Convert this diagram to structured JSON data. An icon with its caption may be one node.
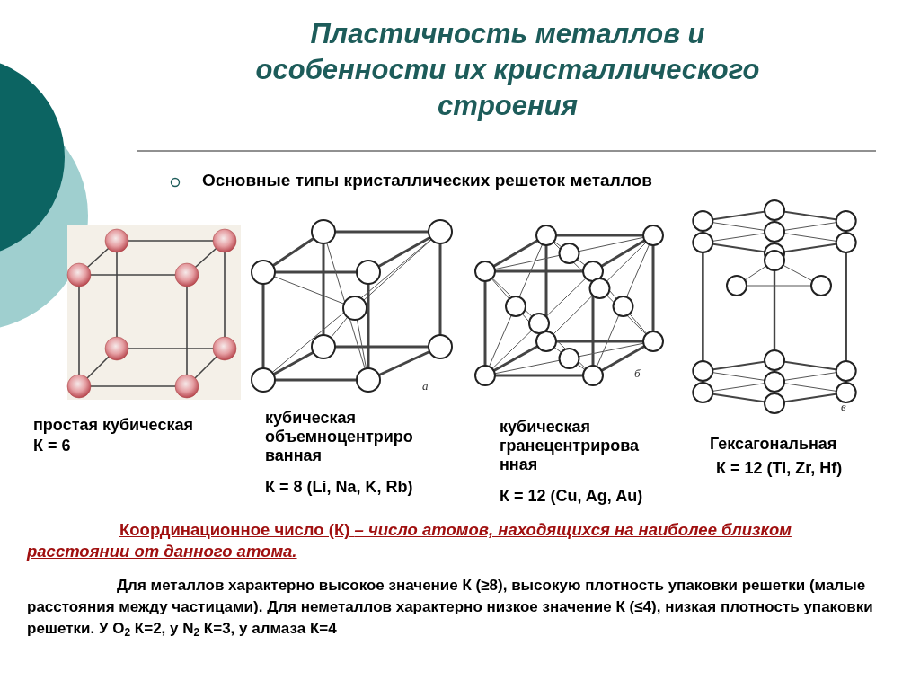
{
  "diagram": {
    "title": "Пластичность металлов и особенности их кристаллического строения",
    "labels": [
      "Основные типы кристаллических решеток металлов",
      "а",
      "б",
      "в",
      "простая кубическая",
      "К = 6",
      "кубическая объемноцентриро ванная",
      "К = 8 (Li, Na, K, Rb)",
      "кубическая гранецентрирова нная",
      "К = 12 (Cu, Ag, Au)",
      "Гексагональная",
      "К = 12 (Ti, Zr, Hf)",
      "Координационное число (К) *– число атомов, находящихся на наиболее  близком расстоянии от данного атома.*",
      "Для металлов характерно высокое значение К (≥8), высокую плотность упаковки решетки (малые расстояния между частицами). Для неметаллов характерно низкое значение К (≤4), низкая плотность упаковки решетки. У O$_{2}$ К=2, у N$_{2}$ К=3, у алмаза К=4"
    ]
  }
}
